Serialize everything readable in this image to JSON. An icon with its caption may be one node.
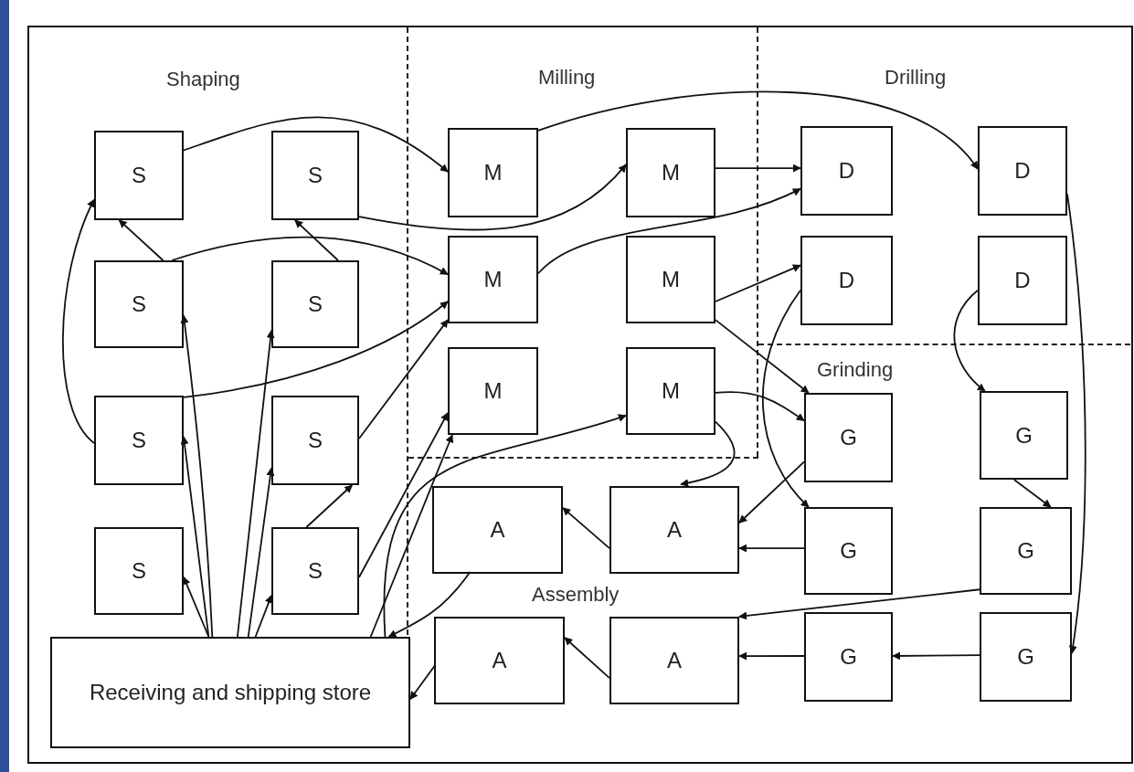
{
  "diagram": {
    "nodes": [
      {
        "text": [
          "Shaping"
        ]
      },
      {
        "text": [
          "S"
        ],
        "in": 0
      },
      {
        "text": [
          "S"
        ],
        "in": 0
      },
      {
        "text": [
          "S"
        ],
        "in": 0
      },
      {
        "text": [
          "S"
        ],
        "in": 0
      },
      {
        "text": [
          "S"
        ],
        "in": 0
      },
      {
        "text": [
          "S"
        ],
        "in": 0
      },
      {
        "text": [
          "S"
        ],
        "in": 0
      },
      {
        "text": [
          "S"
        ],
        "in": 0
      },
      {
        "text": [
          "Milling"
        ]
      },
      {
        "text": [
          "M"
        ],
        "in": 9
      },
      {
        "text": [
          "M"
        ],
        "in": 9
      },
      {
        "text": [
          "M"
        ],
        "in": 9
      },
      {
        "text": [
          "M"
        ],
        "in": 9
      },
      {
        "text": [
          "M"
        ],
        "in": 9
      },
      {
        "text": [
          "M"
        ],
        "in": 9
      },
      {
        "text": [
          "Drilling"
        ]
      },
      {
        "text": [
          "D"
        ],
        "in": 16
      },
      {
        "text": [
          "D"
        ],
        "in": 16
      },
      {
        "text": [
          "D"
        ],
        "in": 16
      },
      {
        "text": [
          "D"
        ],
        "in": 16
      },
      {
        "text": [
          "Grinding"
        ]
      },
      {
        "text": [
          "G"
        ],
        "in": 21
      },
      {
        "text": [
          "G"
        ],
        "in": 21
      },
      {
        "text": [
          "G"
        ],
        "in": 21
      },
      {
        "text": [
          "G"
        ],
        "in": 21
      },
      {
        "text": [
          "G"
        ],
        "in": 21
      },
      {
        "text": [
          "G"
        ],
        "in": 21
      },
      {
        "text": [
          "Assembly"
        ]
      },
      {
        "text": [
          "A"
        ],
        "in": 28
      },
      {
        "text": [
          "A"
        ],
        "in": 28
      },
      {
        "text": [
          "A"
        ],
        "in": 28
      },
      {
        "text": [
          "A"
        ],
        "in": 28
      },
      {
        "text": [
          "Receiving and shipping store"
        ]
      }
    ],
    "edges": [
      {
        "from": 1,
        "to": 10,
        "arrow": "to"
      },
      {
        "from": 10,
        "to": 18,
        "arrow": "to"
      },
      {
        "from": 2,
        "to": 11,
        "arrow": "to"
      },
      {
        "from": 11,
        "to": 17,
        "arrow": "to"
      },
      {
        "from": 12,
        "to": 17,
        "arrow": "to"
      },
      {
        "from": 3,
        "to": 1,
        "arrow": "to"
      },
      {
        "from": 4,
        "to": 2,
        "arrow": "to"
      },
      {
        "from": 3,
        "to": 12,
        "arrow": "to"
      },
      {
        "from": 5,
        "to": 12,
        "arrow": "to"
      },
      {
        "from": 5,
        "to": 1,
        "arrow": "to"
      },
      {
        "from": 6,
        "to": 12,
        "arrow": "to"
      },
      {
        "from": 33,
        "to": 3,
        "arrow": "to"
      },
      {
        "from": 33,
        "to": 5,
        "arrow": "to"
      },
      {
        "from": 33,
        "to": 7,
        "arrow": "to"
      },
      {
        "from": 33,
        "to": 4,
        "arrow": "to"
      },
      {
        "from": 33,
        "to": 6,
        "arrow": "to"
      },
      {
        "from": 33,
        "to": 8,
        "arrow": "to"
      },
      {
        "from": 8,
        "to": 6,
        "arrow": "to"
      },
      {
        "from": 8,
        "to": 14,
        "arrow": "to"
      },
      {
        "from": 33,
        "to": 14,
        "arrow": "to"
      },
      {
        "from": 33,
        "to": 15,
        "arrow": "to"
      },
      {
        "from": 13,
        "to": 19,
        "arrow": "to"
      },
      {
        "from": 13,
        "to": 22,
        "arrow": "to"
      },
      {
        "from": 15,
        "to": 22,
        "arrow": "to"
      },
      {
        "from": 15,
        "to": 30,
        "arrow": "to"
      },
      {
        "from": 19,
        "to": 24,
        "arrow": "to"
      },
      {
        "from": 20,
        "to": 23,
        "arrow": "to"
      },
      {
        "from": 18,
        "to": 27,
        "arrow": "to"
      },
      {
        "from": 23,
        "to": 25,
        "arrow": "to"
      },
      {
        "from": 22,
        "to": 30,
        "arrow": "to"
      },
      {
        "from": 24,
        "to": 30,
        "arrow": "to"
      },
      {
        "from": 25,
        "to": 32,
        "arrow": "to"
      },
      {
        "from": 26,
        "to": 32,
        "arrow": "to"
      },
      {
        "from": 27,
        "to": 26,
        "arrow": "to"
      },
      {
        "from": 30,
        "to": 29,
        "arrow": "to"
      },
      {
        "from": 32,
        "to": 31,
        "arrow": "to"
      },
      {
        "from": 29,
        "to": 33,
        "arrow": "to"
      },
      {
        "from": 31,
        "to": 33,
        "arrow": "to"
      }
    ]
  }
}
